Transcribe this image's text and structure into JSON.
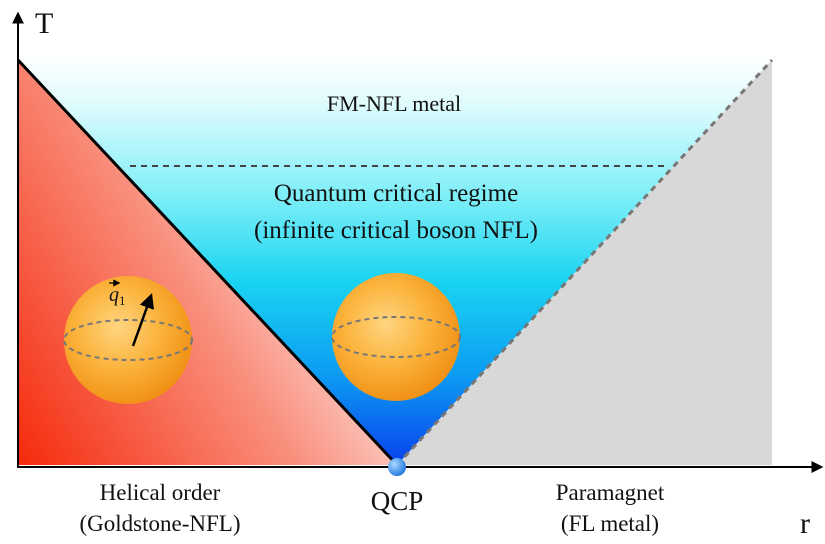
{
  "axes": {
    "y_label": "T",
    "x_label": "r"
  },
  "regions": {
    "top_label": "FM-NFL metal",
    "critical_line1": "Quantum critical regime",
    "critical_line2": "(infinite critical boson NFL)",
    "left_line1": "Helical order",
    "left_line2": "(Goldstone-NFL)",
    "point_label": "QCP",
    "right_line1": "Paramagnet",
    "right_line2": "(FL metal)"
  },
  "vector_label": {
    "symbol": "q",
    "subscript": "1"
  },
  "colors": {
    "helical_red": "#f52a0c",
    "critical_cyan": "#1ad4f2",
    "critical_blue": "#0a55f0",
    "paramagnet_gray": "#d8d8d8",
    "sphere_orange": "#f7a21b",
    "qcp_dot": "#2d8ee8"
  }
}
